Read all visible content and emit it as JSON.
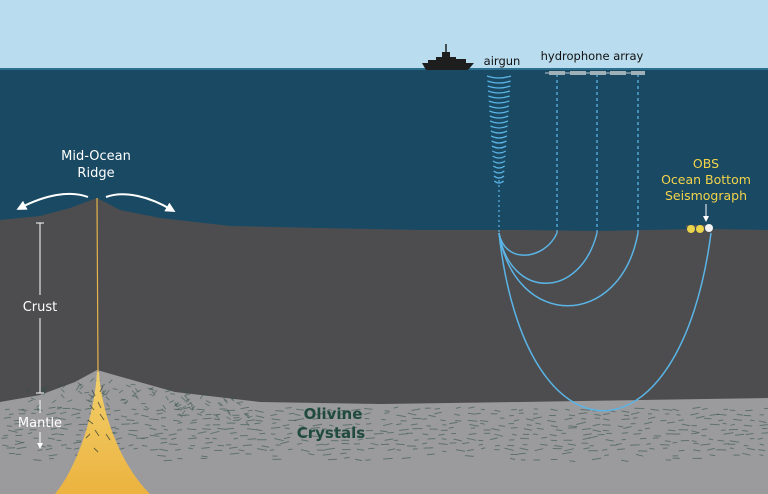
{
  "labels": {
    "ridge_line1": "Mid-Ocean",
    "ridge_line2": "Ridge",
    "airgun": "airgun",
    "hydrophone_array": "hydrophone array",
    "obs_line1": "OBS",
    "obs_line2": "Ocean Bottom",
    "obs_line3": "Seismograph",
    "crust": "Crust",
    "mantle": "Mantle",
    "olivine_line1": "Olivine",
    "olivine_line2": "Crystals"
  },
  "colors": {
    "sky": "#b9dcee",
    "ocean": "#1a4a63",
    "crust": "#4d4d4f",
    "mantle": "#9b9b9d",
    "magma": "#f0b43a",
    "ray": "#5ab4e6",
    "olivine_text": "#1f4a3d",
    "obs_text": "#f2d34a",
    "ship": "#1e1e1e"
  },
  "icons": {
    "ship": "ship-icon",
    "obs": "seismograph-icon"
  }
}
